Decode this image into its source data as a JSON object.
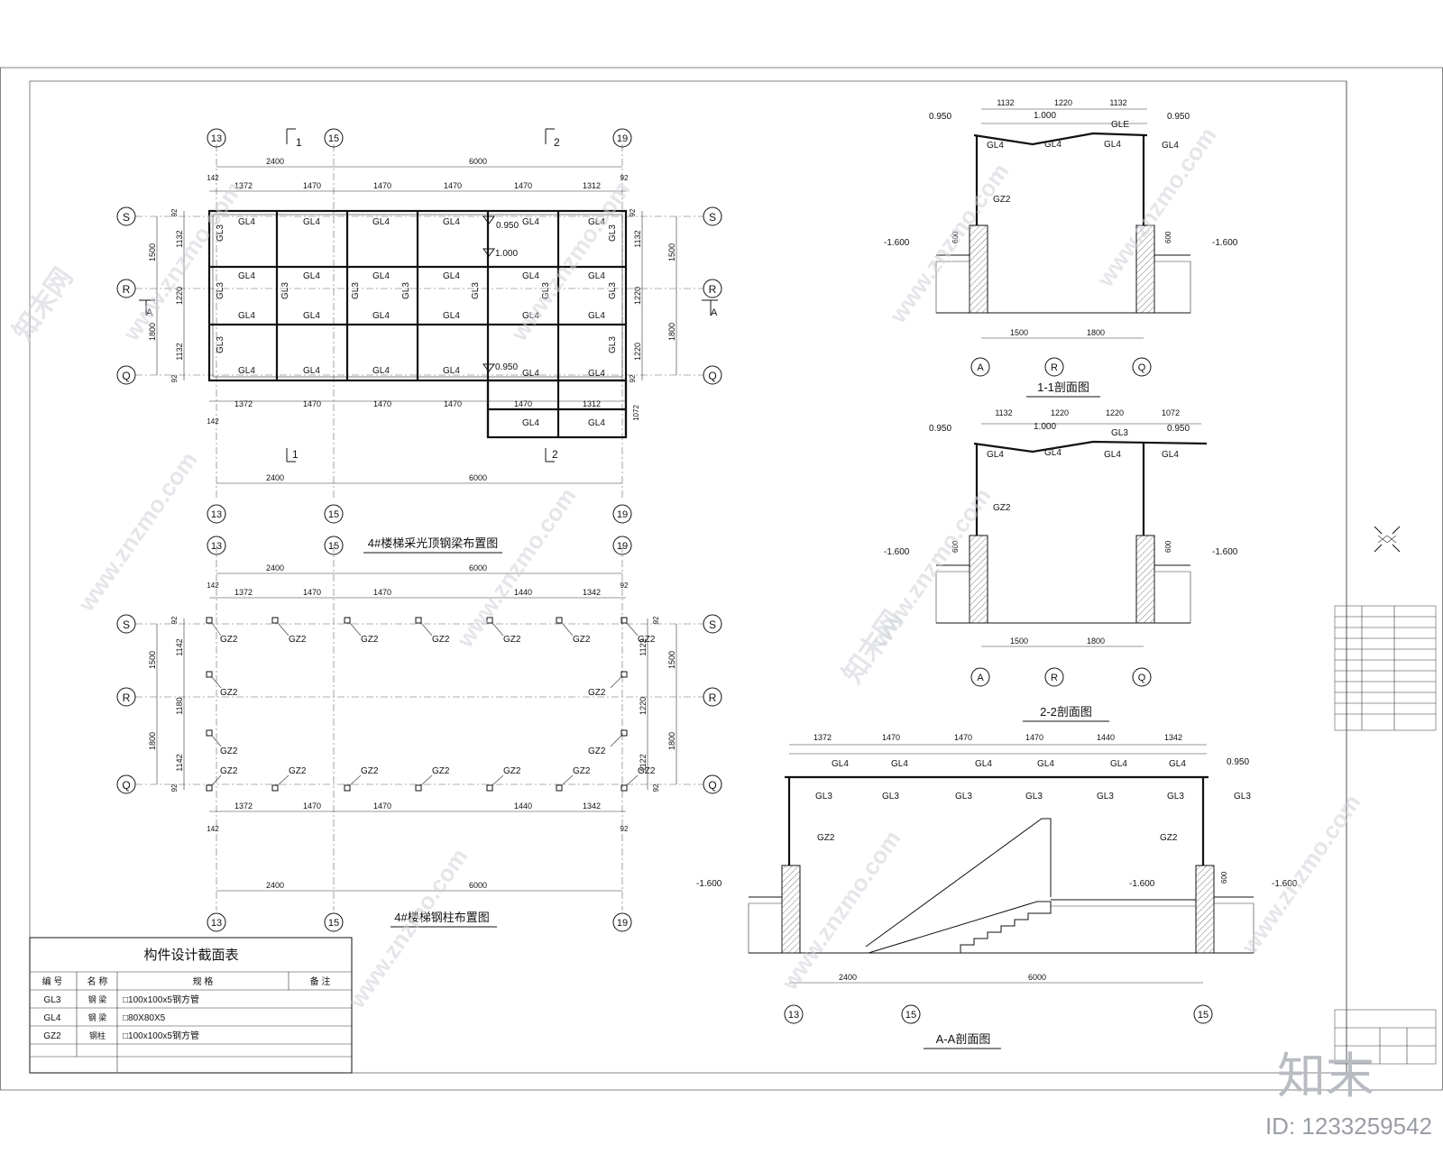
{
  "plan_beams": {
    "title": "4#楼梯采光顶钢梁布置图",
    "axes_top": [
      "13",
      "15",
      "19"
    ],
    "axes_bottom": [
      "13",
      "15",
      "19"
    ],
    "rows": [
      "S",
      "R",
      "Q"
    ],
    "section_marks": [
      "1",
      "2",
      "1",
      "2",
      "A",
      "A"
    ],
    "dims_top_main": [
      "2400",
      "6000"
    ],
    "dims_top_sub": [
      "142",
      "1372",
      "1470",
      "1470",
      "1470",
      "1470",
      "1312",
      "92"
    ],
    "dims_bottom_sub": [
      "142",
      "1372",
      "1470",
      "1470",
      "1470",
      "1470",
      "1312",
      "1072"
    ],
    "dims_bottom_main": [
      "2400",
      "6000"
    ],
    "dims_left_main": [
      "1500",
      "1800"
    ],
    "dims_left_sub": [
      "92",
      "1132",
      "1220",
      "1132",
      "92"
    ],
    "dims_right_main": [
      "1500",
      "1800"
    ],
    "dims_right_sub": [
      "92",
      "1132",
      "1220",
      "1220",
      "92"
    ],
    "beam_gl4": "GL4",
    "beam_gl3": "GL3",
    "elev_1": "0.950",
    "elev_2": "1.000",
    "elev_3": "0.950"
  },
  "plan_columns": {
    "title": "4#楼梯钢柱布置图",
    "axes_top": [
      "13",
      "15",
      "19"
    ],
    "axes_bottom": [
      "13",
      "15",
      "19"
    ],
    "rows": [
      "S",
      "R",
      "Q"
    ],
    "dims_top_main": [
      "2400",
      "6000"
    ],
    "dims_top_sub": [
      "142",
      "1372",
      "1470",
      "1470",
      "1440",
      "1342",
      "92"
    ],
    "dims_bottom_sub": [
      "142",
      "1372",
      "1470",
      "1470",
      "1440",
      "1342",
      "92"
    ],
    "dims_bottom_main": [
      "2400",
      "6000"
    ],
    "dims_left_main": [
      "1500",
      "1800"
    ],
    "dims_left_sub": [
      "92",
      "1142",
      "1180",
      "1142",
      "92"
    ],
    "dims_right_main": [
      "1500",
      "1800"
    ],
    "dims_right_sub": [
      "92",
      "1122",
      "1220",
      "1122",
      "92"
    ],
    "col_label": "GZ2"
  },
  "section_11": {
    "title": "1-1剖面图",
    "dims_top": [
      "1132",
      "1220",
      "1132"
    ],
    "elev_left": "0.950",
    "elev_mid": "1.000",
    "elev_right": "0.950",
    "labels": [
      "GL4",
      "GL4",
      "GL4",
      "GL4",
      "GLE",
      "GZ2"
    ],
    "ground_left": "-1.600",
    "ground_right": "-1.600",
    "h600": "600",
    "dims_bottom": [
      "1500",
      "1800"
    ],
    "axes": [
      "A",
      "R",
      "Q"
    ]
  },
  "section_22": {
    "title": "2-2剖面图",
    "dims_top": [
      "1132",
      "1220",
      "1220",
      "1072"
    ],
    "elev_left": "0.950",
    "elev_mid": "1.000",
    "elev_right": "0.950",
    "labels": [
      "GL4",
      "GL4",
      "GL4",
      "GL4",
      "GL3",
      "GZ2"
    ],
    "ground_left": "-1.600",
    "ground_right": "-1.600",
    "h600": "600",
    "dims_bottom": [
      "1500",
      "1800"
    ],
    "axes": [
      "A",
      "R",
      "Q"
    ]
  },
  "section_aa": {
    "title": "A-A剖面图",
    "dims_top": [
      "1372",
      "1470",
      "1470",
      "1470",
      "1440",
      "1342"
    ],
    "gl4": "GL4",
    "gl3": "GL3",
    "elev_top": "0.950",
    "gz_left": "GZ2",
    "gz_right": "GZ2",
    "ground_left": "-1.600",
    "ground_mid": "-1.600",
    "ground_right": "-1.600",
    "h600": "600",
    "dims_bottom": [
      "2400",
      "6000"
    ],
    "axes": [
      "13",
      "15",
      "15"
    ]
  },
  "member_table": {
    "title": "构件设计截面表",
    "header": [
      "编 号",
      "名 称",
      "规 格",
      "备 注"
    ],
    "rows": [
      {
        "id": "GL3",
        "name": "钢 梁",
        "spec": "□100x100x5钢方管"
      },
      {
        "id": "GL4",
        "name": "钢 梁",
        "spec": "□80X80X5"
      },
      {
        "id": "GZ2",
        "name": "钢柱",
        "spec": "□100x100x5钢方管"
      }
    ]
  },
  "watermark": {
    "site": "www.znzmo.com",
    "brand": "知末网",
    "logo": "知末",
    "id_text": "ID: 1233259542"
  }
}
